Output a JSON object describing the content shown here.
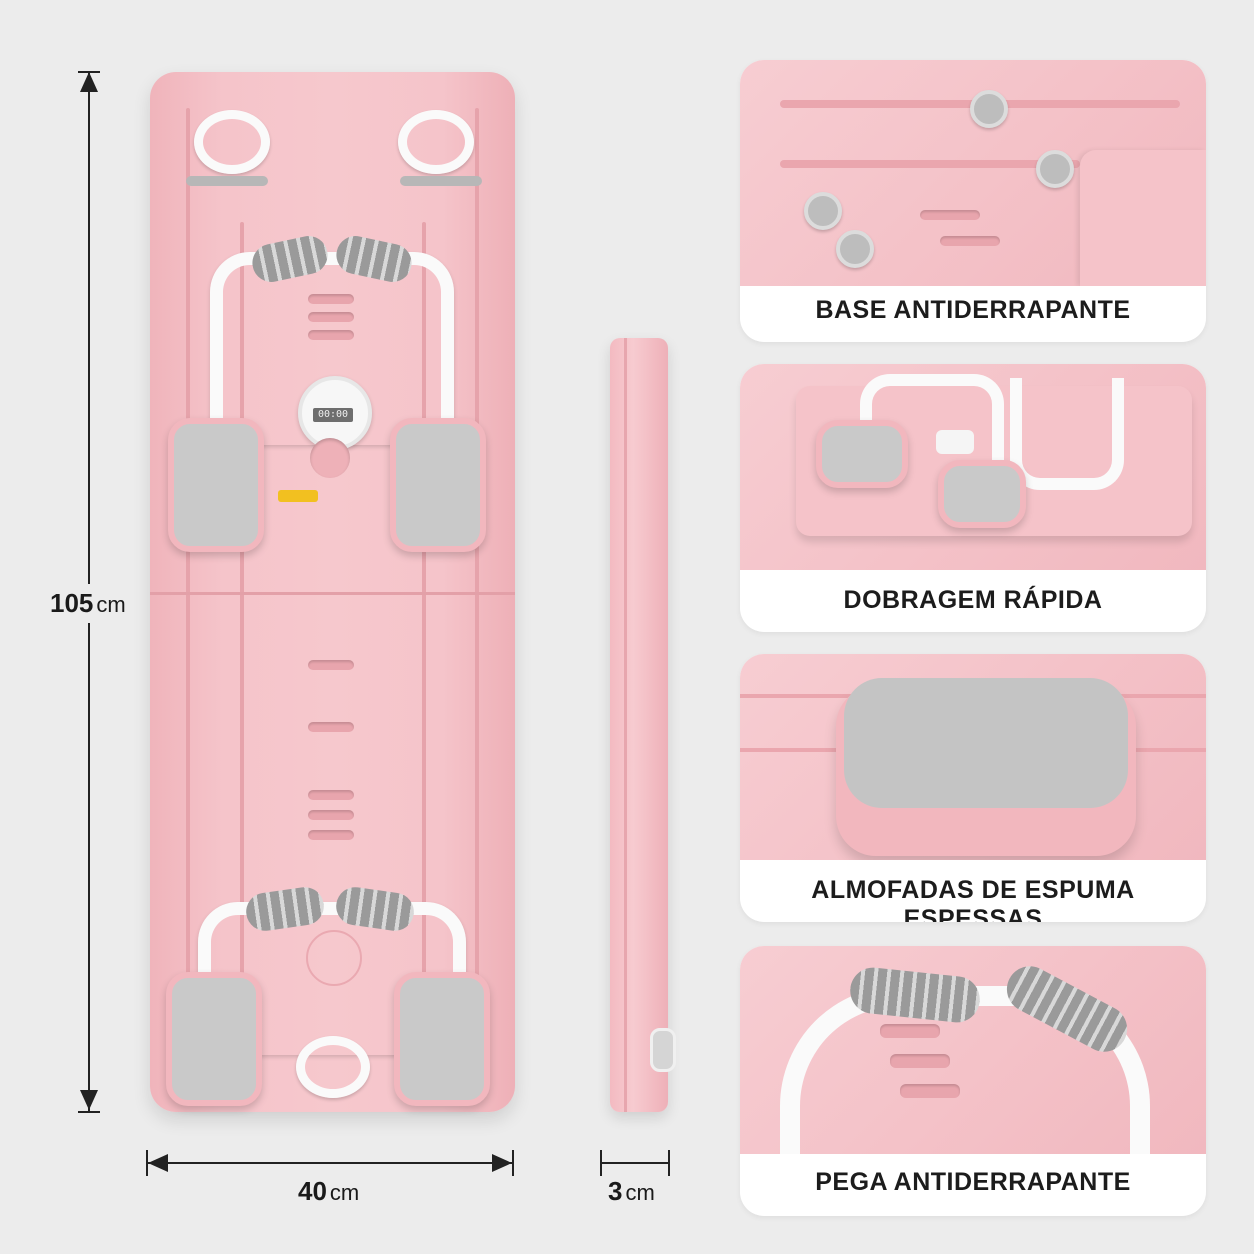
{
  "dimensions": {
    "length": {
      "value": "105",
      "unit": "cm"
    },
    "width": {
      "value": "40",
      "unit": "cm"
    },
    "thickness": {
      "value": "3",
      "unit": "cm"
    }
  },
  "timer_display": "00:00",
  "features": [
    {
      "label": "BASE ANTIDERRAPANTE",
      "icon": "non-slip-feet-closeup"
    },
    {
      "label": "DOBRAGEM RÁPIDA",
      "icon": "folding-closeup"
    },
    {
      "label": "ALMOFADAS DE ESPUMA ESPESSAS",
      "icon": "foam-pad-closeup"
    },
    {
      "label": "PEGA ANTIDERRAPANTE",
      "icon": "grip-handle-closeup"
    }
  ],
  "colors": {
    "board_pink": "#f6c8cd",
    "pad_gray": "#c9c9c9",
    "background": "#ececec"
  }
}
